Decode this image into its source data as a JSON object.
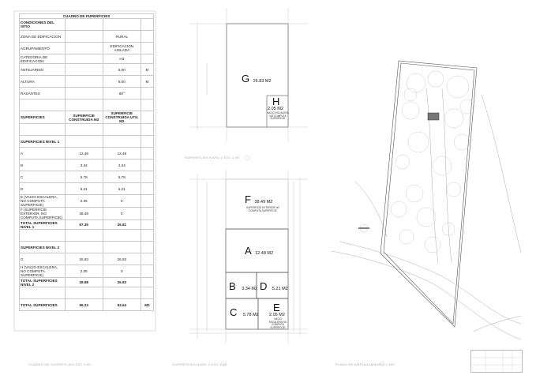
{
  "table": {
    "title": "CUADRO DE PUPERFICIES",
    "rows": [
      [
        "CONDICIONES DEL SITIO",
        "",
        "",
        ""
      ],
      [
        "ZONA DE EDIFICACION",
        "",
        "RURAL",
        ""
      ],
      [
        "AGRUPAMIENTO",
        "",
        "EDIFICACION AISLADA",
        ""
      ],
      [
        "CATEGORIA DE EDIFICACION",
        "",
        "H3",
        ""
      ],
      [
        "ANTEJARDIN",
        "",
        "5,00",
        "M"
      ],
      [
        "ALTURA",
        "",
        "8,00",
        "M"
      ],
      [
        "RASANTES",
        "",
        "60°",
        ""
      ],
      [
        "",
        "",
        "",
        ""
      ],
      [
        "SUPERFICIES",
        "SUPERFICIE CONSTRUIDA M2",
        "SUPERFICIE CONSTRUIDA UTIL M2",
        ""
      ],
      [
        "",
        "",
        "",
        ""
      ],
      [
        "SUPERFICIES NIVEL 1",
        "",
        "",
        ""
      ],
      [
        "A",
        "12.48",
        "12.48",
        ""
      ],
      [
        "B",
        "3.34",
        "3.34",
        ""
      ],
      [
        "C",
        "5.78",
        "5.78",
        ""
      ],
      [
        "D",
        "5.21",
        "5.21",
        ""
      ],
      [
        "E (VACIO ESCALERA, NO COMPUTA SUPERFICIE)",
        "2.05",
        "0",
        ""
      ],
      [
        "F (SUPERFICIE EXTERIOR, NO COMPUTA SUPERFICIE)",
        "38.49",
        "0",
        ""
      ],
      [
        "TOTAL SUPERFICIES NIVEL 1",
        "67.35",
        "26.81",
        ""
      ],
      [
        "",
        "",
        "",
        ""
      ],
      [
        "SUPERFICIES NIVEL 2",
        "",
        "",
        ""
      ],
      [
        "G",
        "26.83",
        "26.83",
        ""
      ],
      [
        "H (VACIO ESCALERA, NO COMPUTA SUPERFICIE)",
        "2.05",
        "0",
        ""
      ],
      [
        "TOTAL SUPERFICIES NIVEL 2",
        "28.88",
        "26.83",
        ""
      ],
      [
        "",
        "",
        "",
        ""
      ],
      [
        "TOTAL SUPERFICIES",
        "96.23",
        "53.64",
        "M2"
      ]
    ],
    "bold_rows": [
      0,
      8,
      10,
      17,
      19,
      22,
      24
    ]
  },
  "plan_level2": {
    "G": {
      "letter": "G",
      "area": "26.83 M2"
    },
    "H": {
      "letter": "H",
      "area": "2.05 M2",
      "note": "VACIO ESCALERA NO COMPUTA SUPERFICIE"
    }
  },
  "plan_level1": {
    "F": {
      "letter": "F",
      "area": "38.49 M2",
      "note": "SUPERFICIE EXTERIOR NO COMPUTA SUPERFICIE"
    },
    "A": {
      "letter": "A",
      "area": "12.48 M2"
    },
    "B": {
      "letter": "B",
      "area": "3.34 M2"
    },
    "D": {
      "letter": "D",
      "area": "5.21 M2"
    },
    "C": {
      "letter": "C",
      "area": "5.78 M2"
    },
    "E": {
      "letter": "E",
      "area": "2.05 M2",
      "note": "VACIO ESCALERA NO COMPUTA SUPERFICIE"
    }
  },
  "captions": {
    "table": "CUADRO DE SUPERFICIES  ESC 1:50",
    "level2": "SUPERFICIES NIVEL 2  ESC 1:50",
    "level1": "SUPERFICIES NIVEL 1  ESC 1:50",
    "site": "PLANO DE EMPLAZAMIENTO  1:500"
  }
}
